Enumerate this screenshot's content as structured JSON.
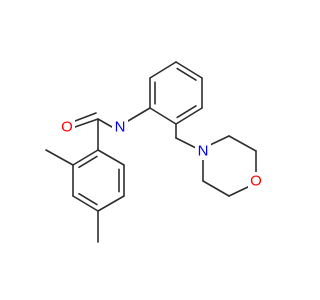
{
  "molecule": {
    "atoms": {
      "oxygen_carbonyl": {
        "symbol": "O",
        "color": "#ff0000"
      },
      "nitrogen_amide": {
        "symbol": "N",
        "color": "#0000ff"
      },
      "nitrogen_morpholine": {
        "symbol": "N",
        "color": "#0000ff"
      },
      "oxygen_morpholine": {
        "symbol": "O",
        "color": "#ff0000"
      }
    },
    "bond_color": "#2d2d2d"
  }
}
